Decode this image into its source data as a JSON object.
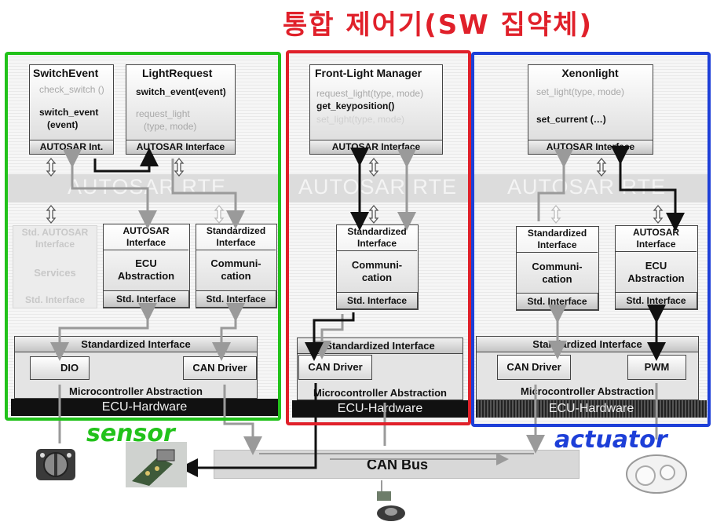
{
  "annotations": {
    "title": "통합 제어기(SW 집약체)",
    "sensor": "sensor",
    "actuator": "actuator"
  },
  "colors": {
    "green": "#22c21b",
    "red": "#e0202a",
    "blue": "#1d3fd8"
  },
  "rte_label": "AUTOSAR RTE",
  "can_bus": "CAN Bus",
  "left": {
    "switch_event": {
      "title": "SwitchEvent",
      "line1": "check_switch ()",
      "line2": "switch_event",
      "line3": "(event)",
      "footer": "AUTOSAR Int."
    },
    "light_request": {
      "title": "LightRequest",
      "line1": "switch_event(event)",
      "line2": "request_light",
      "line3": "(type, mode)",
      "footer": "AUTOSAR Interface"
    },
    "services": {
      "top": "Std. AUTOSAR",
      "top2": "Interface",
      "middle": "Services",
      "bottom": "Std. Interface"
    },
    "ecu_abs": {
      "top": "AUTOSAR",
      "top2": "Interface",
      "middle": "ECU",
      "middle2": "Abstraction",
      "bottom": "Std. Interface"
    },
    "comm": {
      "top": "Standardized",
      "top2": "Interface",
      "middle": "Communi-",
      "middle2": "cation",
      "bottom": "Std. Interface"
    },
    "std_interface": "Standardized Interface",
    "dio": "DIO",
    "can_driver": "CAN Driver",
    "mc_abs": "Microcontroller Abstraction",
    "hw": "ECU-Hardware"
  },
  "middle": {
    "flm": {
      "title": "Front-Light Manager",
      "line1": "request_light(type, mode)",
      "line2": "get_keyposition()",
      "line3": "set_light(type, mode)",
      "footer": "AUTOSAR Interface"
    },
    "comm": {
      "top": "Standardized",
      "top2": "Interface",
      "middle": "Communi-",
      "middle2": "cation",
      "bottom": "Std. Interface"
    },
    "std_interface": "Standardized Interface",
    "can_driver": "CAN Driver",
    "mc_abs": "Microcontroller Abstraction",
    "hw": "ECU-Hardware"
  },
  "right": {
    "xenon": {
      "title": "Xenonlight",
      "line1": "set_light(type, mode)",
      "line2": "set_current (…)",
      "footer": "AUTOSAR Interface"
    },
    "comm": {
      "top": "Standardized",
      "top2": "Interface",
      "middle": "Communi-",
      "middle2": "cation",
      "bottom": "Std. Interface"
    },
    "ecu_abs": {
      "top": "AUTOSAR",
      "top2": "Interface",
      "middle": "ECU",
      "middle2": "Abstraction",
      "bottom": "Std. Interface"
    },
    "std_interface": "Standardized Interface",
    "can_driver": "CAN Driver",
    "pwm": "PWM",
    "mc_abs": "Microcontroller Abstraction",
    "hw": "ECU-Hardware"
  }
}
